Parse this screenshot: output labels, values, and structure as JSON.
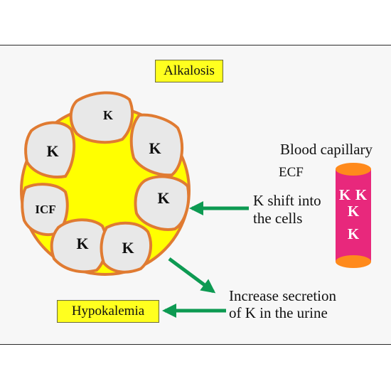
{
  "labels": {
    "alkalosis": "Alkalosis",
    "hypokalemia": "Hypokalemia",
    "blood_capillary": "Blood capillary",
    "ecf": "ECF",
    "shift_line1": "K shift into",
    "shift_line2": "the cells",
    "secretion_line1": "Increase  secretion",
    "secretion_line2": "of K in the urine"
  },
  "cells": {
    "top": "K",
    "upper_left": "K",
    "upper_right": "K",
    "right": "K",
    "left": "ICF",
    "bottom_left": "K",
    "bottom_right": "K"
  },
  "capillary_ions": [
    "K",
    "K",
    "K",
    "K"
  ],
  "colors": {
    "cell_fill": "#e8e8e8",
    "cell_border": "#e07b32",
    "ecf_yellow": "#ffff00",
    "capillary": "#e8287c",
    "capillary_ends": "#ff8a1c",
    "arrow": "#0d9a52",
    "label_box": "#ffff1f"
  }
}
